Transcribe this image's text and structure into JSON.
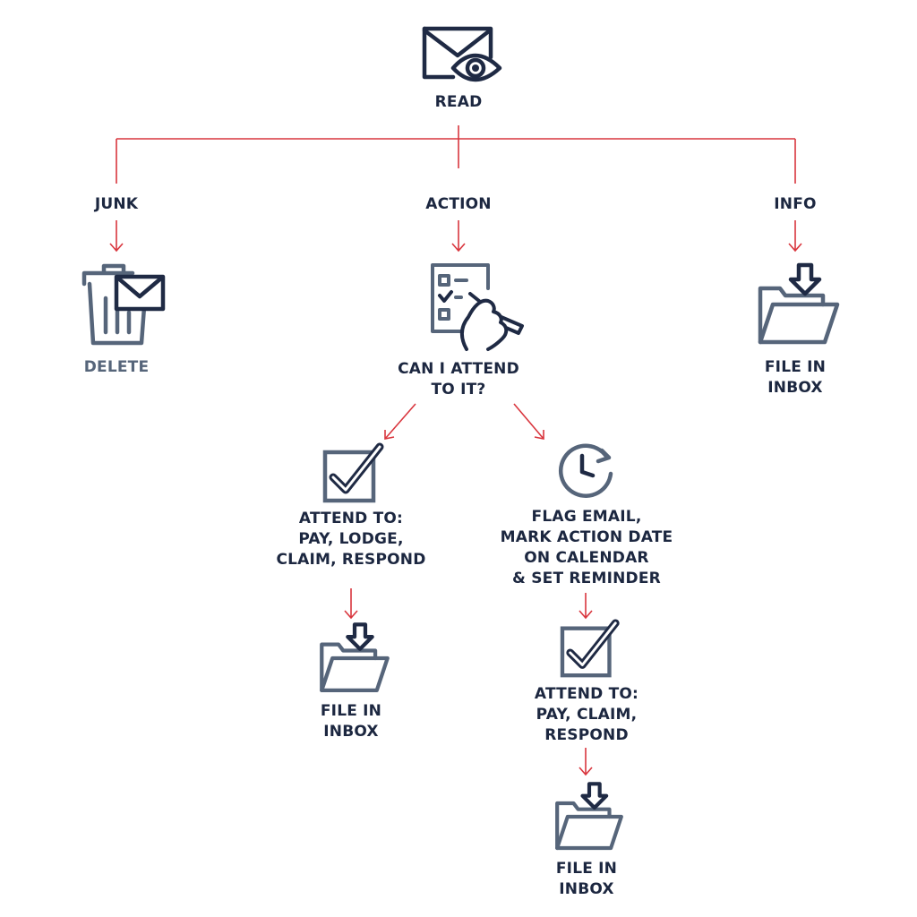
{
  "colors": {
    "connector": "#d9363e",
    "icon_stroke": "#1f2a44",
    "icon_muted": "#56657a",
    "text": "#1c2740"
  },
  "nodes": {
    "read": {
      "label": "READ",
      "icon": "envelope-eye-icon"
    },
    "junk": {
      "label": "JUNK"
    },
    "action": {
      "label": "ACTION"
    },
    "info": {
      "label": "INFO"
    },
    "delete": {
      "label": "DELETE",
      "icon": "trash-envelope-icon"
    },
    "info_file": {
      "label": "FILE IN\nINBOX",
      "icon": "folder-download-icon"
    },
    "question": {
      "label": "CAN I ATTEND\nTO IT?",
      "icon": "checklist-hand-pen-icon"
    },
    "attend_now": {
      "label": "ATTEND TO:\nPAY, LODGE,\nCLAIM, RESPOND",
      "icon": "checkbox-check-icon"
    },
    "attend_now_file": {
      "label": "FILE IN\nINBOX",
      "icon": "folder-download-icon"
    },
    "flag": {
      "label": "FLAG EMAIL,\nMARK ACTION DATE\nON CALENDAR\n& SET REMINDER",
      "icon": "clock-icon"
    },
    "attend_later": {
      "label": "ATTEND TO:\nPAY, CLAIM,\nRESPOND",
      "icon": "checkbox-check-icon"
    },
    "attend_later_file": {
      "label": "FILE IN\nINBOX",
      "icon": "folder-download-icon"
    }
  }
}
